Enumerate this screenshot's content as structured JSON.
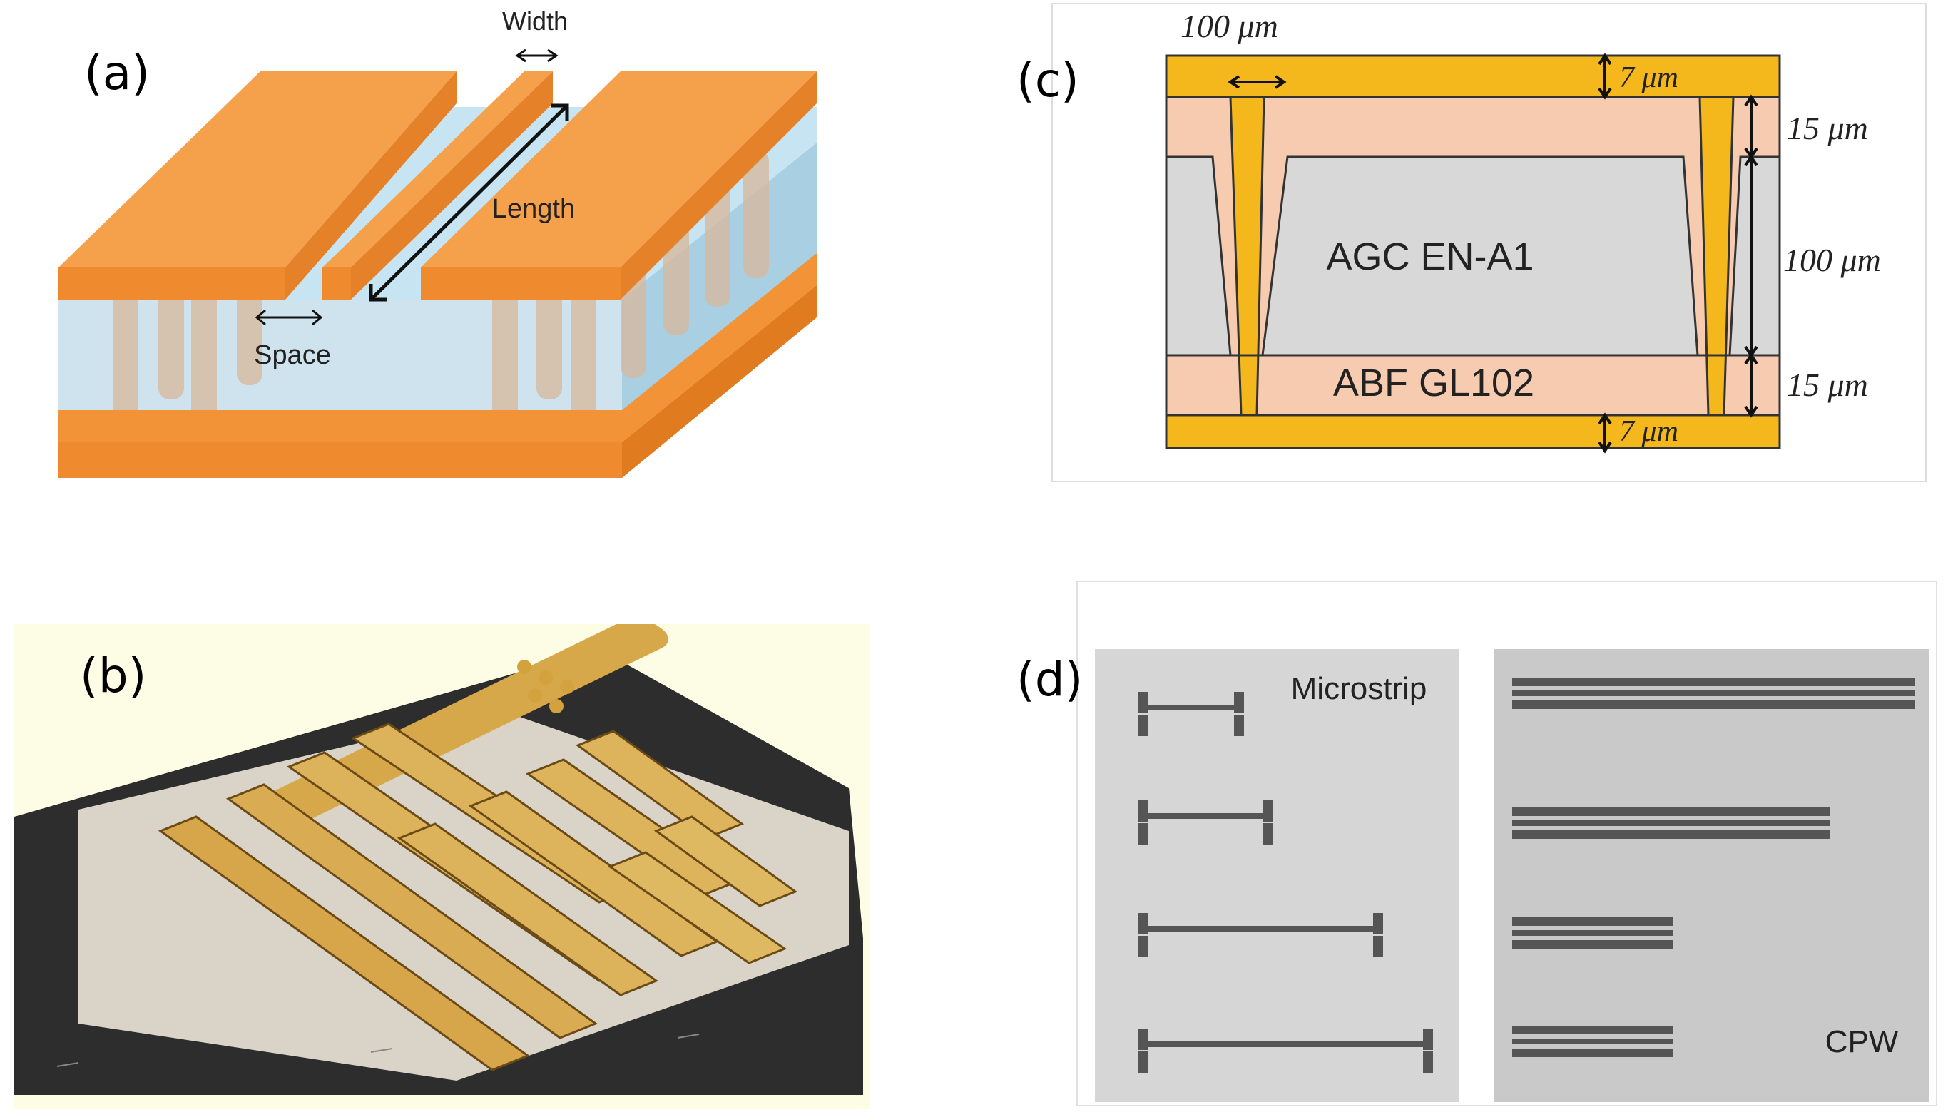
{
  "panel_a": {
    "label": "(a)",
    "width_label": "Width",
    "length_label": "Length",
    "space_label": "Space"
  },
  "panel_b": {
    "label": "(b)"
  },
  "panel_c": {
    "label": "(c)",
    "via_width": "100 μm",
    "top_metal": "7 μm",
    "bottom_metal": "7 μm",
    "top_dielectric": "15 μm",
    "core": "100 μm",
    "bottom_dielectric": "15 μm",
    "core_material": "AGC EN-A1",
    "buildup_material": "ABF GL102",
    "colors": {
      "metal": "#f5b81c",
      "buildup": "#f6cbb0",
      "core": "#d8d8d8"
    }
  },
  "panel_d": {
    "label": "(d)",
    "left_title": "Microstrip",
    "right_title": "CPW"
  }
}
